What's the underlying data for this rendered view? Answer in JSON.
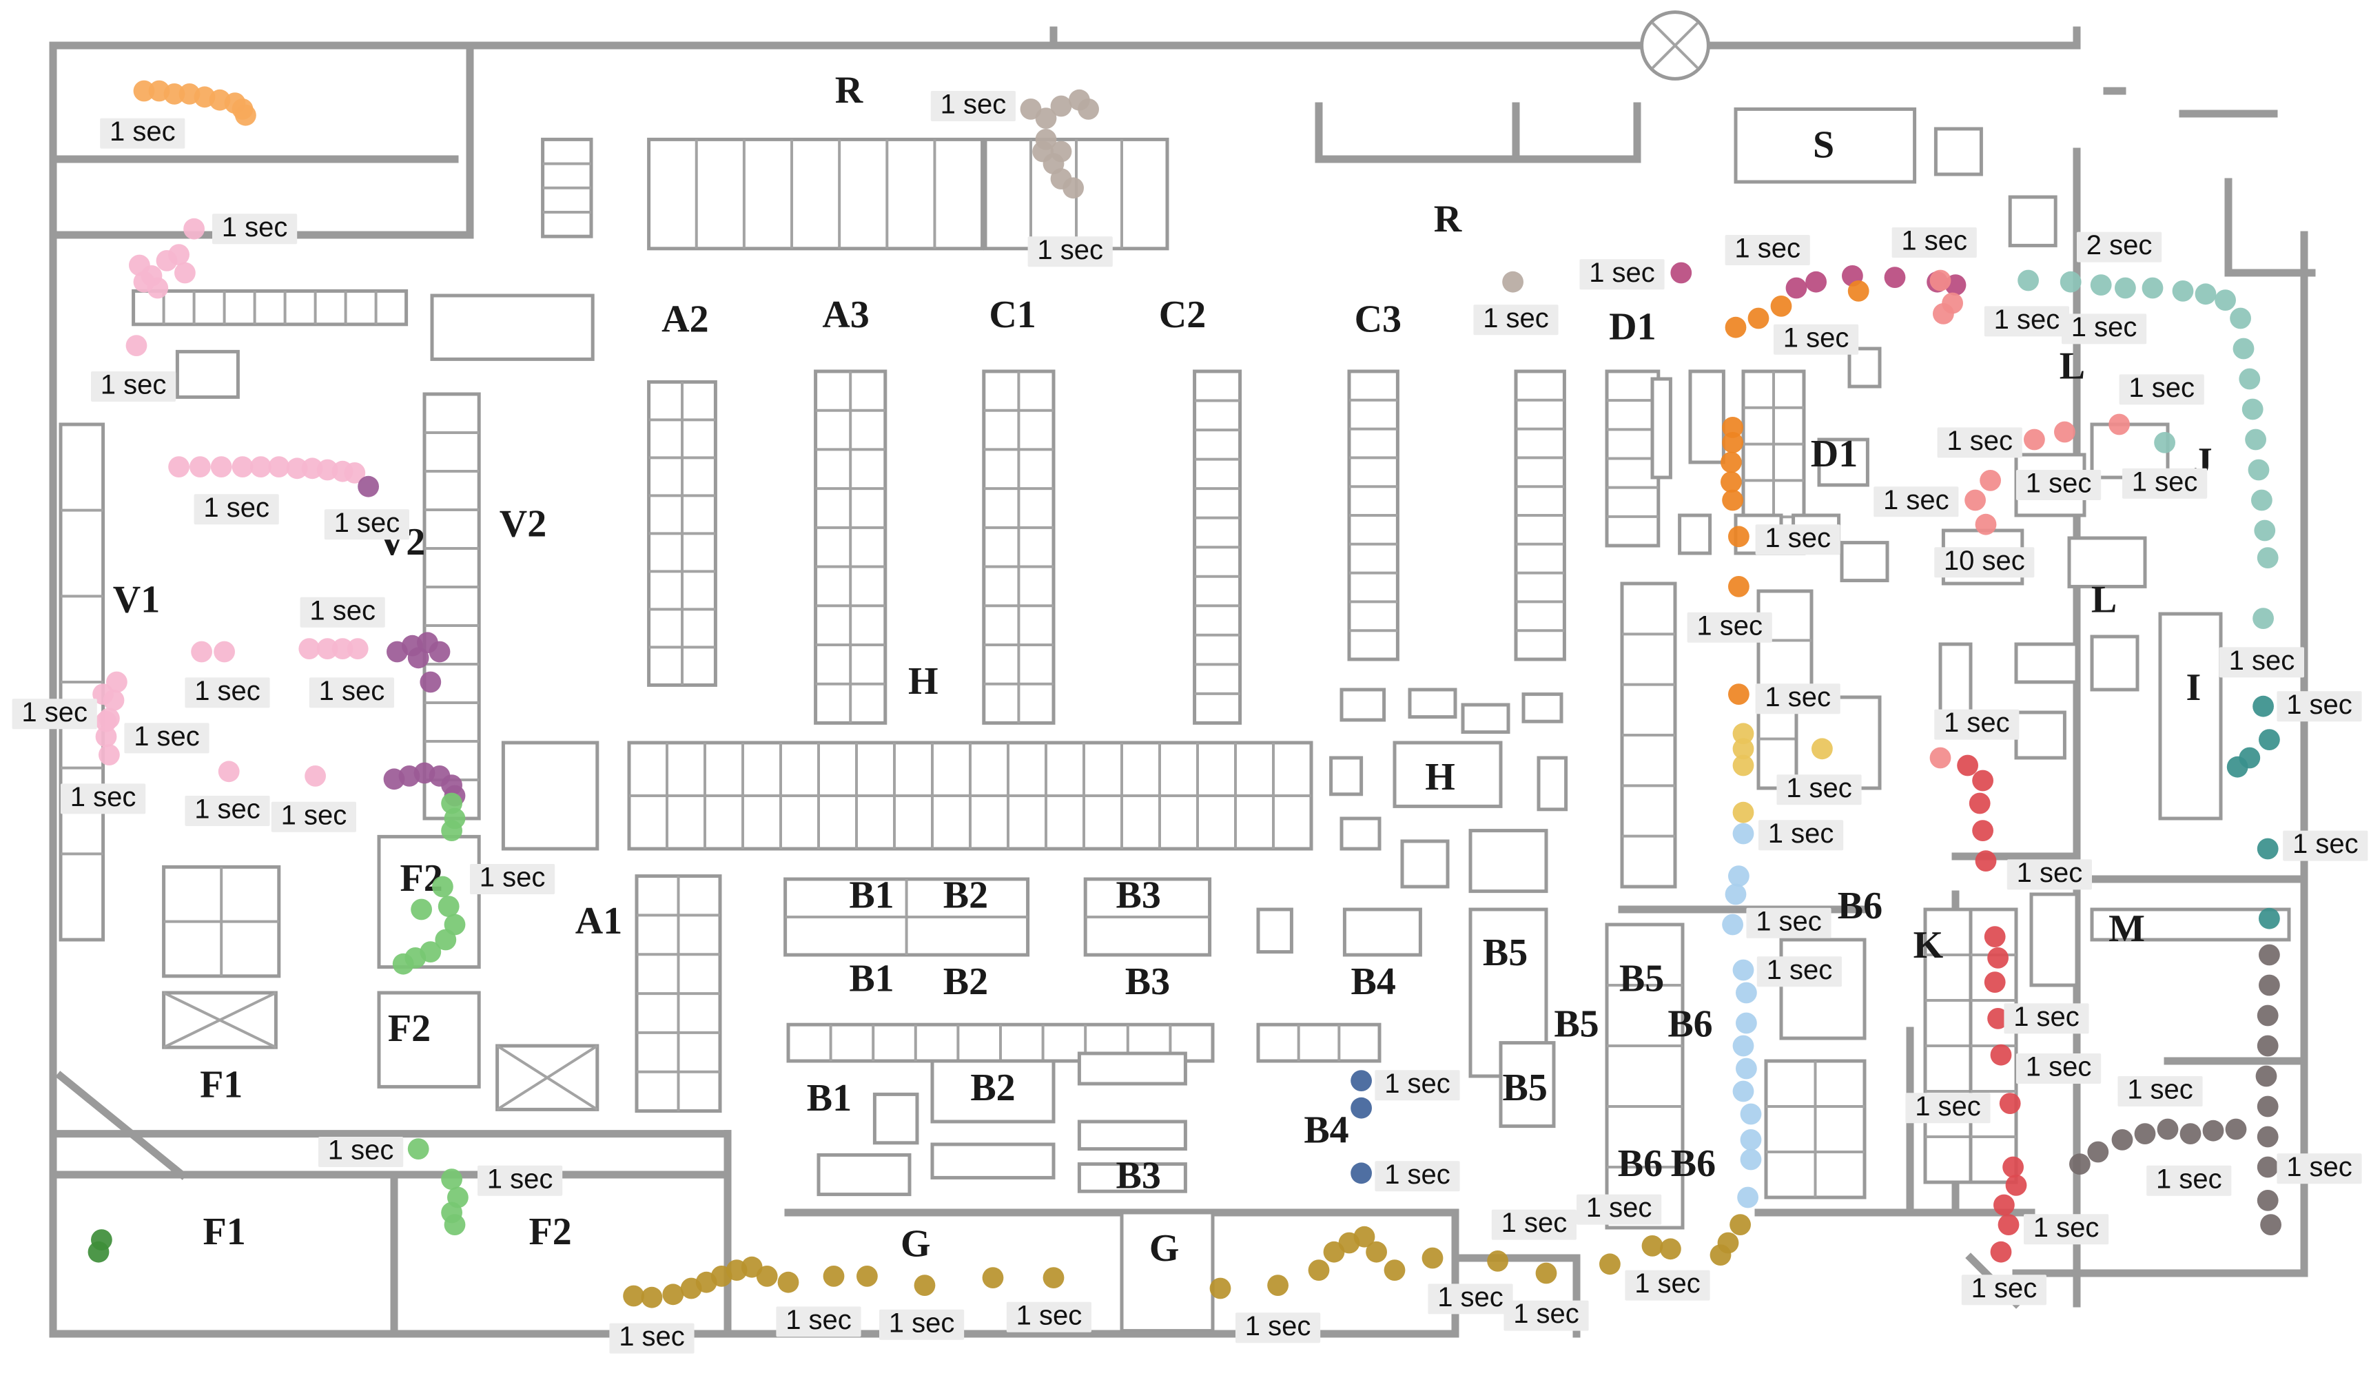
{
  "map": {
    "zone_labels": [
      {
        "text": "R"
      },
      {
        "text": "R"
      },
      {
        "text": "S"
      },
      {
        "text": "A2"
      },
      {
        "text": "A3"
      },
      {
        "text": "C1"
      },
      {
        "text": "C2"
      },
      {
        "text": "C3"
      },
      {
        "text": "D1"
      },
      {
        "text": "D1"
      },
      {
        "text": "L"
      },
      {
        "text": "L"
      },
      {
        "text": "J"
      },
      {
        "text": "V1"
      },
      {
        "text": "V2"
      },
      {
        "text": "V2"
      },
      {
        "text": "H"
      },
      {
        "text": "H"
      },
      {
        "text": "I"
      },
      {
        "text": "A1"
      },
      {
        "text": "B1"
      },
      {
        "text": "B2"
      },
      {
        "text": "B3"
      },
      {
        "text": "B1"
      },
      {
        "text": "B2"
      },
      {
        "text": "B3"
      },
      {
        "text": "B4"
      },
      {
        "text": "B5"
      },
      {
        "text": "B5"
      },
      {
        "text": "B5"
      },
      {
        "text": "B6"
      },
      {
        "text": "B5"
      },
      {
        "text": "B6"
      },
      {
        "text": "B6"
      },
      {
        "text": "B6"
      },
      {
        "text": "K"
      },
      {
        "text": "M"
      },
      {
        "text": "F2"
      },
      {
        "text": "F2"
      },
      {
        "text": "F1"
      },
      {
        "text": "F1"
      },
      {
        "text": "F2"
      },
      {
        "text": "B1"
      },
      {
        "text": "B2"
      },
      {
        "text": "B3"
      },
      {
        "text": "B4"
      },
      {
        "text": "G"
      },
      {
        "text": "G"
      }
    ],
    "duration_labels": [
      "1 sec",
      "1 sec",
      "1 sec",
      "1 sec",
      "1 sec",
      "1 sec",
      "1 sec",
      "1 sec",
      "1 sec",
      "1 sec",
      "1 sec",
      "1 sec",
      "1 sec",
      "1 sec",
      "1 sec",
      "1 sec",
      "1 sec",
      "2 sec",
      "1 sec",
      "1 sec",
      "1 sec",
      "10 sec",
      "1 sec",
      "1 sec",
      "1 sec",
      "1 sec",
      "1 sec",
      "1 sec",
      "1 sec",
      "1 sec",
      "1 sec",
      "1 sec",
      "1 sec",
      "1 sec",
      "1 sec",
      "1 sec",
      "1 sec",
      "1 sec",
      "1 sec",
      "1 sec",
      "1 sec",
      "1 sec",
      "1 sec",
      "1 sec",
      "1 sec",
      "1 sec",
      "1 sec",
      "1 sec",
      "1 sec",
      "1 sec",
      "1 sec",
      "1 sec",
      "1 sec",
      "1 sec",
      "1 sec",
      "1 sec",
      "1 sec",
      "1 sec",
      "1 sec",
      "1 sec",
      "1 sec",
      "1 sec",
      "1 sec",
      "1 sec",
      "1 sec"
    ],
    "colors": {
      "orange_light": "#f7a95a",
      "taupe": "#b7aaa2",
      "pink_light": "#f6b6cf",
      "magenta": "#b94a7f",
      "purple": "#9b5a96",
      "green": "#77c872",
      "dark_green": "#3e8e3a",
      "orange": "#ee8422",
      "yellow": "#e9c45a",
      "light_blue": "#a9cfee",
      "salmon": "#f28b8b",
      "red": "#dd4a50",
      "teal_light": "#8dc4b8",
      "teal": "#3a908c",
      "dark_taupe": "#746a6a",
      "navy": "#40639a",
      "olive": "#b8922c",
      "wall": "#9a9a9a"
    }
  }
}
